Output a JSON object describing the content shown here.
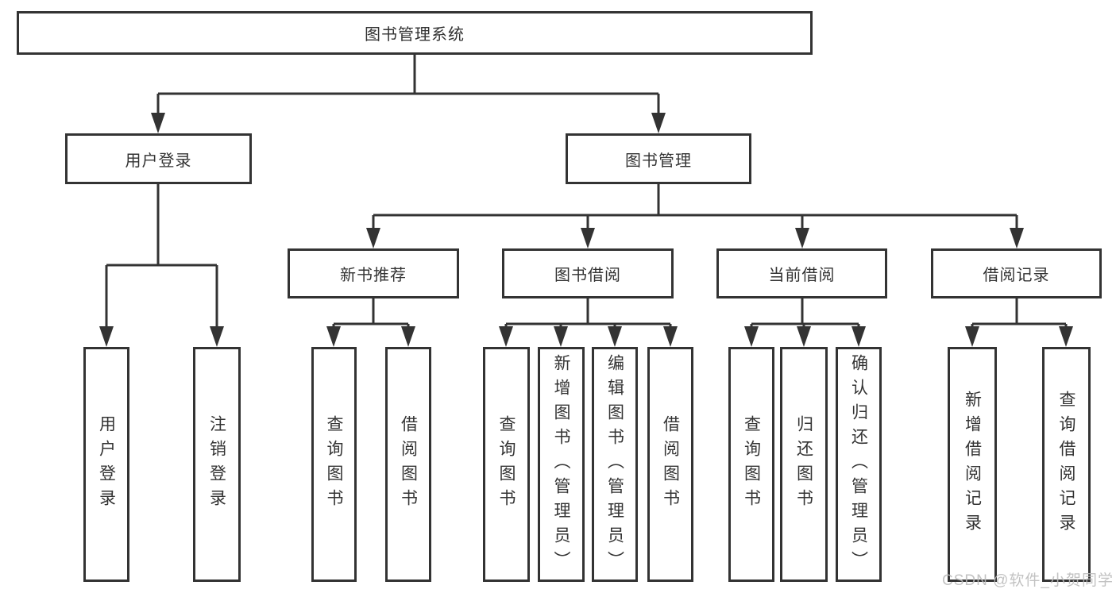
{
  "diagram": {
    "title": "图书管理系统",
    "branches": [
      {
        "label": "用户登录",
        "children": [
          {
            "label": "用户登录"
          },
          {
            "label": "注销登录"
          }
        ]
      },
      {
        "label": "图书管理",
        "sections": [
          {
            "label": "新书推荐",
            "children": [
              {
                "label": "查询图书"
              },
              {
                "label": "借阅图书"
              }
            ]
          },
          {
            "label": "图书借阅",
            "children": [
              {
                "label": "查询图书"
              },
              {
                "label": "新增图书（管理员）"
              },
              {
                "label": "编辑图书（管理员）"
              },
              {
                "label": "借阅图书"
              }
            ]
          },
          {
            "label": "当前借阅",
            "children": [
              {
                "label": "查询图书"
              },
              {
                "label": "归还图书"
              },
              {
                "label": "确认归还（管理员）"
              }
            ]
          },
          {
            "label": "借阅记录",
            "children": [
              {
                "label": "新增借阅记录"
              },
              {
                "label": "查询借阅记录"
              }
            ]
          }
        ]
      }
    ]
  },
  "watermark": {
    "text": "CSDN @软件_小贺同学"
  },
  "colors": {
    "line": "#333333",
    "text": "#333333",
    "background": "#ffffff",
    "watermark": "#bcbcbc"
  }
}
